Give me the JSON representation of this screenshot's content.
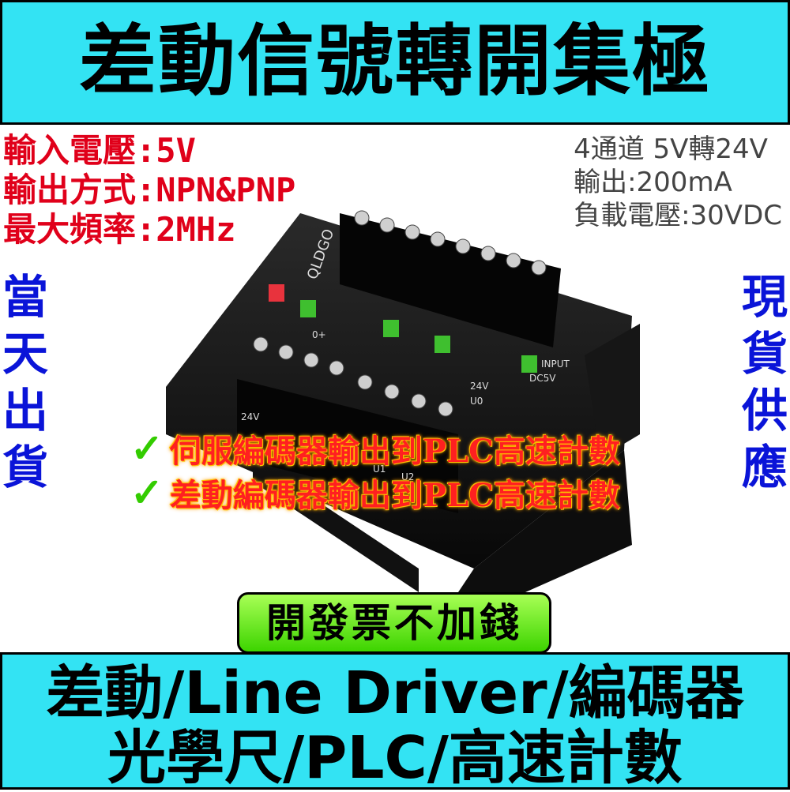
{
  "header": {
    "title": "差動信號轉開集極"
  },
  "specs_left": [
    "輸入電壓:5V",
    "輸出方式:NPN&PNP",
    "最大頻率:2MHz"
  ],
  "specs_right": [
    "4通道 5V轉24V",
    "輸出:200mA",
    "負載電壓:30VDC"
  ],
  "side_left": [
    "當",
    "天",
    "出",
    "貨"
  ],
  "side_right": [
    "現",
    "貨",
    "供",
    "應"
  ],
  "device": {
    "brand": "QLDGO",
    "input_label": "INPUT",
    "power_label": "DC5V",
    "v24": "24V",
    "u0": "U0",
    "u1": "U1",
    "u2": "U2",
    "zero_plus": "0+"
  },
  "features": [
    "伺服編碼器輸出到PLC高速計數",
    "差動編碼器輸出到PLC高速計數"
  ],
  "check_symbol": "✓",
  "invoice_button": "開發票不加錢",
  "footer": {
    "line1": "差動/Line Driver/編碼器",
    "line2": "光學尺/PLC/高速計數"
  },
  "colors": {
    "banner": "#33e3f3",
    "spec_red": "#e0001a",
    "side_blue": "#0a14d8",
    "button_green": "#66e000"
  }
}
